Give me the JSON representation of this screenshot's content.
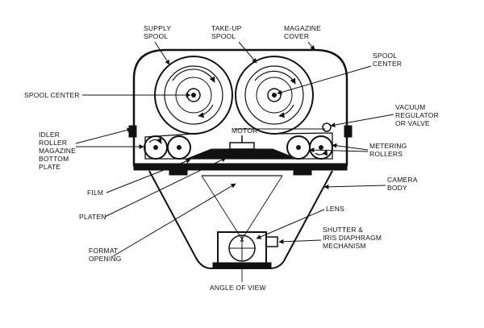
{
  "labels": {
    "supply_spool": [
      "SUPPLY",
      "SPOOL"
    ],
    "takeup_spool": [
      "TAKE-UP",
      "SPOOL"
    ],
    "magazine_cover": [
      "MAGAZINE",
      "COVER"
    ],
    "spool_center_left": [
      "SPOOL CENTER"
    ],
    "spool_center_right": [
      "SPOOL",
      "CENTER"
    ],
    "vacuum": [
      "VACUUM",
      "REGULATOR",
      "OR VALVE"
    ],
    "motor": [
      "MOTOR"
    ],
    "idler": [
      "IDLER",
      "ROLLER",
      "MAGAZINE",
      "BOTTOM",
      "PLATE"
    ],
    "metering": [
      "METERING",
      "ROLLERS"
    ],
    "camera_body": [
      "CAMERA",
      "BODY"
    ],
    "film": [
      "FILM"
    ],
    "lens": [
      "LENS"
    ],
    "platen": [
      "PLATEN"
    ],
    "shutter": [
      "SHUTTER &",
      "IRIS DIAPHRAGM",
      "MECHANISM"
    ],
    "format": [
      "FORMAT",
      "OPENING"
    ],
    "angle": [
      "ANGLE OF VIEW"
    ]
  },
  "colors": {
    "ink": "#111111",
    "paper": "#ffffff"
  }
}
